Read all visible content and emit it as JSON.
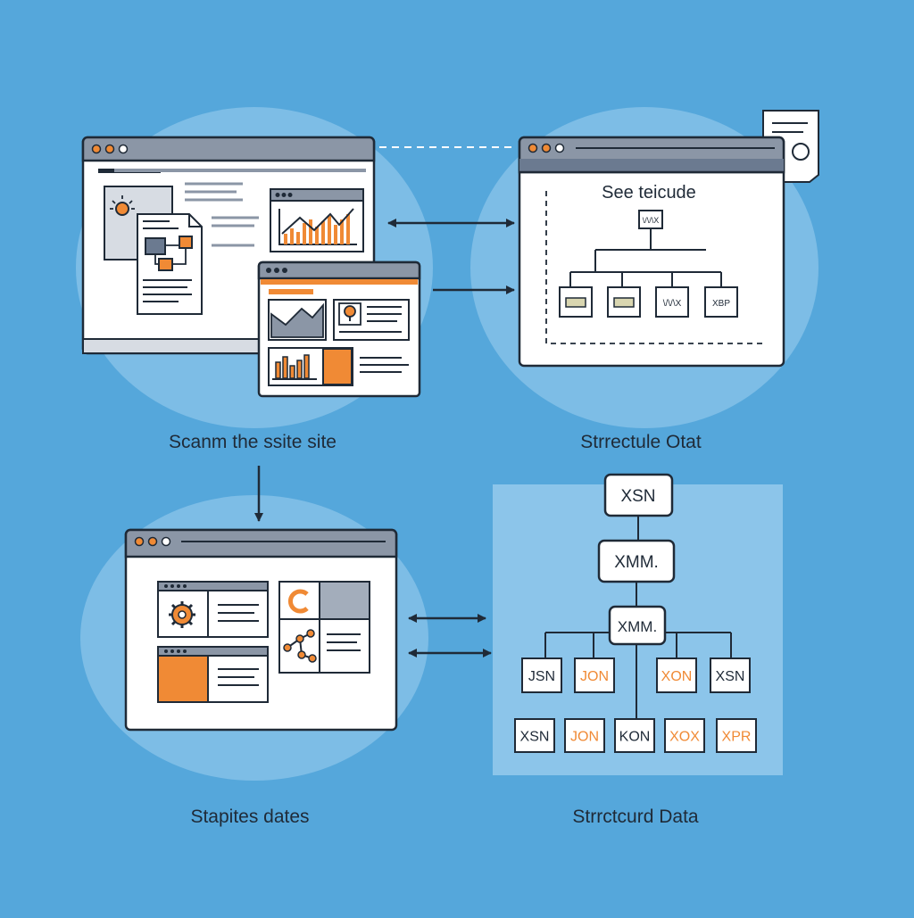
{
  "colors": {
    "background": "#55a7db",
    "circle": "#7dbde6",
    "panel": "#8cc5ea",
    "window_bar": "#8b96a6",
    "accent_orange": "#f08a35",
    "stroke": "#1f2a37",
    "window_fill": "#ffffff"
  },
  "captions": {
    "top_left": "Scanm the ssite site",
    "top_right": "Strrectule Otat",
    "bottom_left": "Stapites dates",
    "bottom_right": "Strrctcurd Data"
  },
  "top_right_window": {
    "title": "See teicude",
    "root_label": "\\/\\/\\X",
    "leaf_labels": [
      "",
      "",
      "\\/\\/\\X",
      "XВР"
    ]
  },
  "tree": {
    "level1": "XSN",
    "level2": "XMM.",
    "level3": "XMM.",
    "row1": [
      {
        "label": "JSN",
        "color": "#1f2a37"
      },
      {
        "label": "JON",
        "color": "#f08a35"
      },
      {
        "label": "XON",
        "color": "#f08a35"
      },
      {
        "label": "XSN",
        "color": "#1f2a37"
      }
    ],
    "row2": [
      {
        "label": "XSN",
        "color": "#1f2a37"
      },
      {
        "label": "JON",
        "color": "#f08a35"
      },
      {
        "label": "KON",
        "color": "#1f2a37"
      },
      {
        "label": "XOX",
        "color": "#f08a35"
      },
      {
        "label": "XPR",
        "color": "#f08a35"
      }
    ]
  }
}
